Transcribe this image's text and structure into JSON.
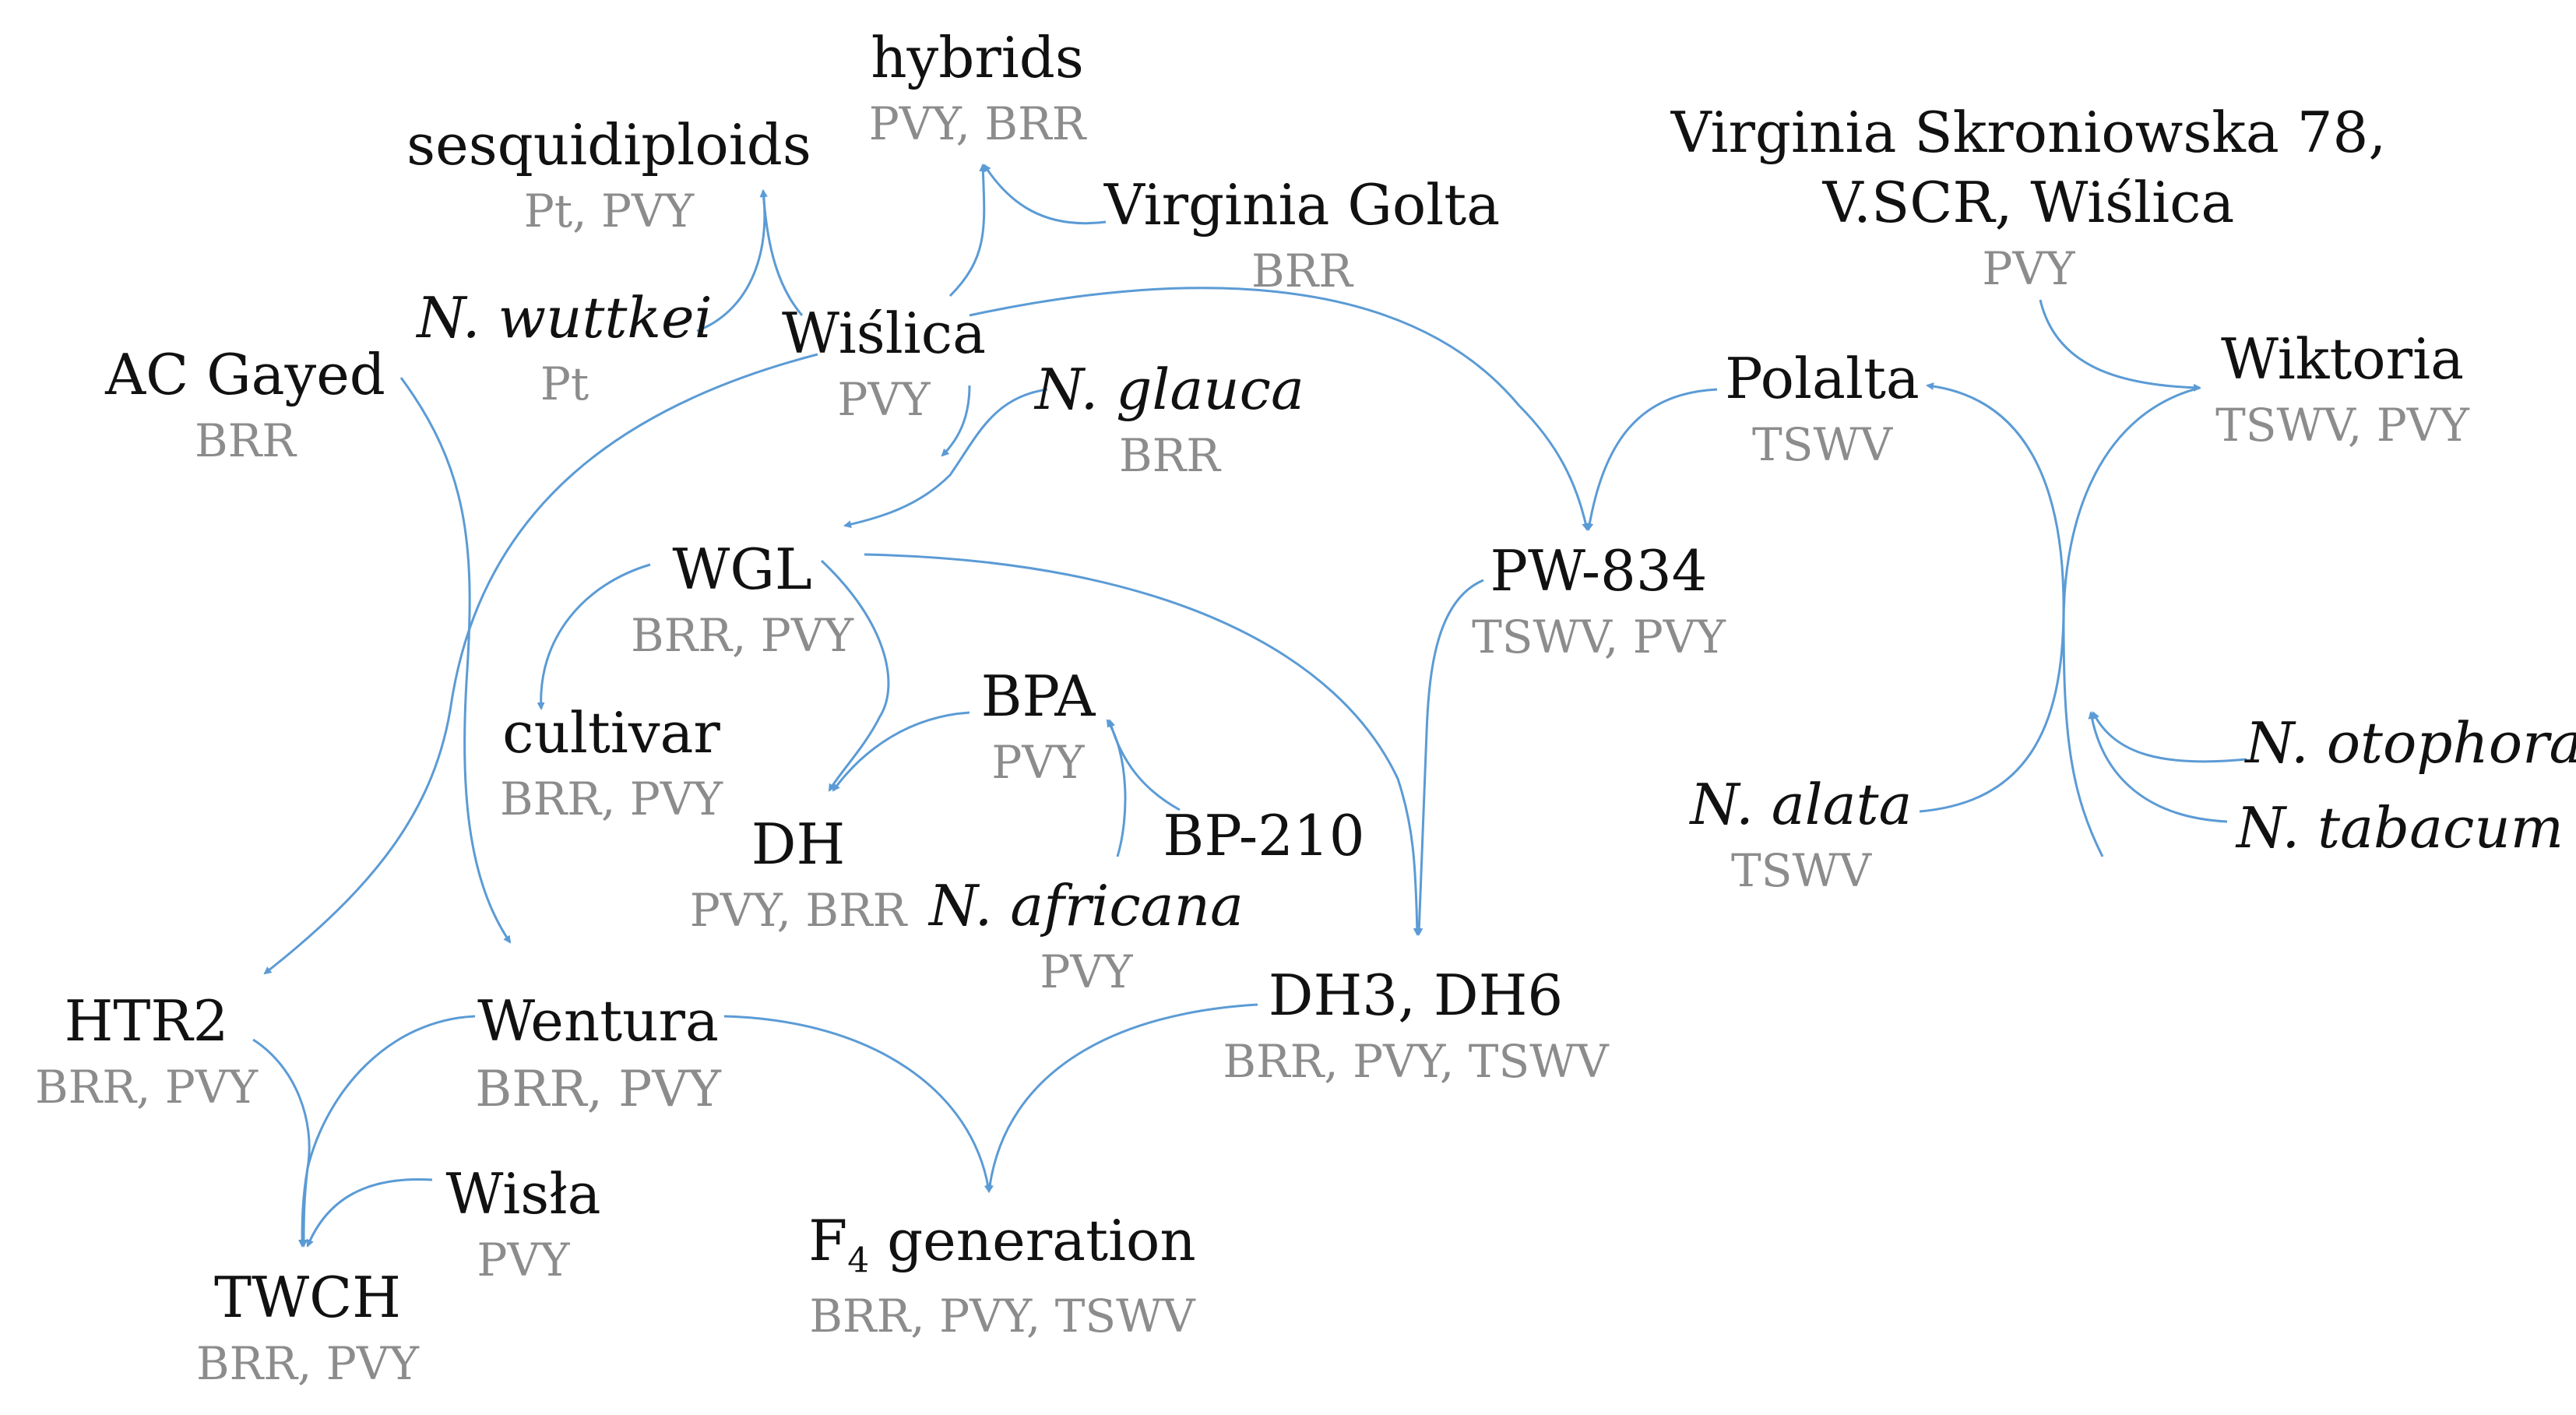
{
  "nodes": {
    "hybrids": {
      "name": "hybrids",
      "traits": "PVY, BRR"
    },
    "sesquidiploids": {
      "name": "sesquidiploids",
      "traits": "Pt, PVY"
    },
    "virginia_golta": {
      "name": "Virginia Golta",
      "traits": "BRR"
    },
    "virginia_skroniowska": {
      "name_line1": "Virginia Skroniowska 78,",
      "name_line2": "V.SCR, Wiślica",
      "traits": "PVY"
    },
    "n_wuttkei": {
      "name": "N. wuttkei",
      "traits": "Pt"
    },
    "wislica": {
      "name": "Wiślica",
      "traits": "PVY"
    },
    "ac_gayed": {
      "name": "AC Gayed",
      "traits": "BRR"
    },
    "n_glauca": {
      "name": "N. glauca",
      "traits": "BRR"
    },
    "polalta": {
      "name": "Polalta",
      "traits": "TSWV"
    },
    "wiktoria": {
      "name": "Wiktoria",
      "traits": "TSWV, PVY"
    },
    "wgl": {
      "name": "WGL",
      "traits": "BRR, PVY"
    },
    "pw834": {
      "name": "PW-834",
      "traits": "TSWV, PVY"
    },
    "cultivar": {
      "name": "cultivar",
      "traits": "BRR, PVY"
    },
    "bpa": {
      "name": "BPA",
      "traits": "PVY"
    },
    "dh": {
      "name": "DH",
      "traits": "PVY, BRR"
    },
    "bp210": {
      "name": "BP-210",
      "traits": ""
    },
    "n_africana": {
      "name": "N. africana",
      "traits": "PVY"
    },
    "n_otophora": {
      "name": "N. otophora",
      "traits": ""
    },
    "n_tabacum": {
      "name": "N. tabacum",
      "traits": ""
    },
    "n_alata": {
      "name": "N. alata",
      "traits": "TSWV"
    },
    "htr2": {
      "name": "HTR2",
      "traits": "BRR, PVY"
    },
    "wentura": {
      "name": "Wentura",
      "traits": "BRR, PVY"
    },
    "dh3dh6": {
      "name": "DH3, DH6",
      "traits": "BRR, PVY, TSWV"
    },
    "wisla": {
      "name": "Wisła",
      "traits": "PVY"
    },
    "f4": {
      "name_prefix": "F",
      "name_sub": "4",
      "name_suffix": " generation",
      "traits": "BRR, PVY, TSWV"
    },
    "twch": {
      "name": "TWCH",
      "traits": "BRR, PVY"
    }
  },
  "colors": {
    "arrow": "#5b9bd5",
    "name": "#111111",
    "traits": "#8c8c8c"
  }
}
